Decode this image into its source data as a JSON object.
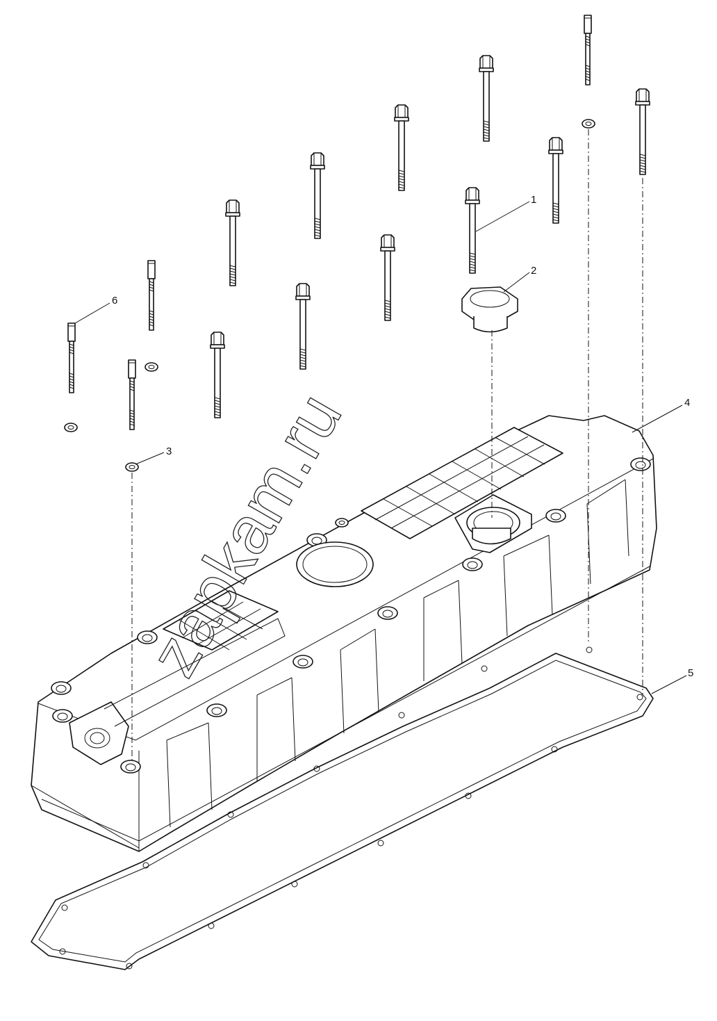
{
  "callouts": {
    "c1": "1",
    "c2": "2",
    "c3": "3",
    "c4": "4",
    "c5": "5",
    "c6": "6"
  },
  "watermark": "zapkam.ru",
  "colors": {
    "line": "#111111",
    "background": "#ffffff"
  }
}
